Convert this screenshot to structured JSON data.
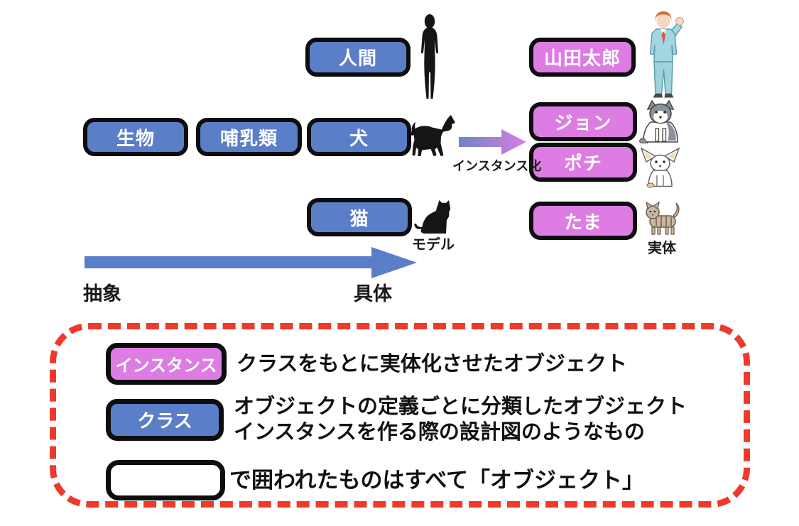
{
  "canvas": {
    "background": "#ffffff"
  },
  "colors": {
    "class_blue": "#5b7ec8",
    "instance_pink": "#dd7ce2",
    "box_border": "#0d0d0d",
    "axis_arrow_blue": "#5b7ec8",
    "instantiation_gradient_start": "#6f85c3",
    "instantiation_gradient_end": "#d77ee2",
    "legend_dash_red": "#ee392b"
  },
  "diagram": {
    "class_boxes": {
      "human": "人間",
      "organism": "生物",
      "mammal": "哺乳類",
      "dog": "犬",
      "cat": "猫"
    },
    "instance_boxes": {
      "yamada": "山田太郎",
      "john": "ジョン",
      "pochi": "ポチ",
      "tama": "たま"
    },
    "labels": {
      "instantiation": "インスタンス化",
      "model": "モデル",
      "entity": "実体",
      "abstract": "抽象",
      "concrete": "具体"
    },
    "icons": {
      "human_silhouette": "human-silhouette",
      "dog_silhouette": "dog-silhouette",
      "cat_silhouette": "cat-silhouette",
      "man_illustration": "man-illustration",
      "husky_illustration": "husky-dog-illustration",
      "chihuahua_illustration": "chihuahua-dog-illustration",
      "tabby_illustration": "tabby-cat-illustration"
    }
  },
  "legend": {
    "instance_row": {
      "box_label": "インスタンス",
      "description": "クラスをもとに実体化させたオブジェクト"
    },
    "class_row": {
      "box_label": "クラス",
      "description_line1": "オブジェクトの定義ごとに分類したオブジェクト",
      "description_line2": "インスタンスを作る際の設計図のようなもの"
    },
    "object_row": {
      "box_label": "",
      "description": "で囲われたものはすべて「オブジェクト」"
    }
  }
}
